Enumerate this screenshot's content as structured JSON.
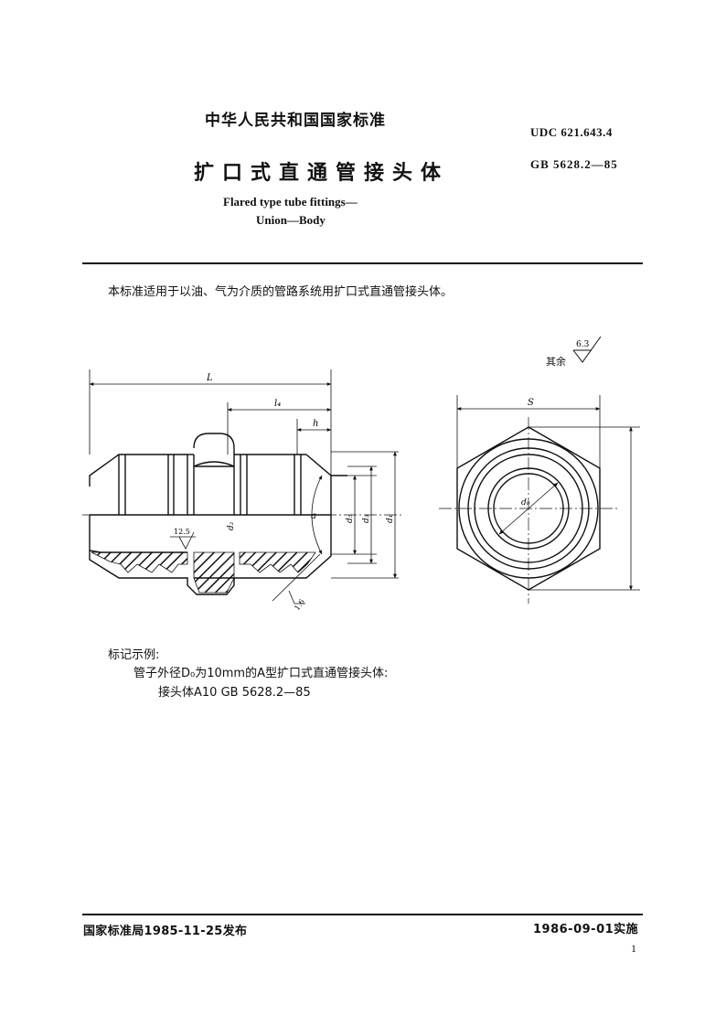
{
  "header": {
    "national_standard": "中华人民共和国国家标准",
    "udc": "UDC 621.643.4",
    "title_cn": "扩口式直通管接头体",
    "gb_code": "GB 5628.2—85",
    "title_en_line1": "Flared type tube fittings—",
    "title_en_line2": "Union—Body"
  },
  "scope_text": "本标准适用于以油、气为介质的管路系统用扩口式直通管接头体。",
  "drawing": {
    "roughness_other_label": "其余",
    "roughness_other_value": "6.3",
    "dim_L": "L",
    "dim_l4": "l₄",
    "dim_h": "h",
    "dim_d2": "d₂",
    "dim_a": "a",
    "dim_d5": "d₅",
    "dim_d3": "d₃",
    "dim_d1": "d₁",
    "roughness_12_5": "12.5",
    "roughness_1_6": "1.6",
    "dim_S": "S",
    "dim_d0": "d₀"
  },
  "marking": {
    "heading": "标记示例:",
    "line1": "管子外径D₀为10mm的A型扩口式直通管接头体:",
    "line2": "接头体A10   GB 5628.2—85"
  },
  "footer": {
    "issued": "国家标准局1985-11-25发布",
    "effective": "1986-09-01实施",
    "page_number": "1"
  }
}
